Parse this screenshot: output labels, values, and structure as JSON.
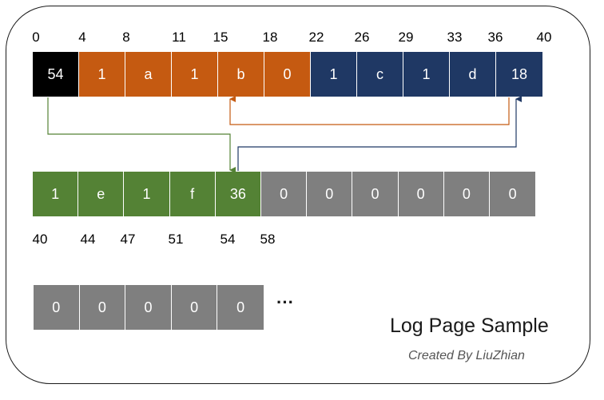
{
  "row1": {
    "cells": [
      {
        "value": "54",
        "color": "#000000"
      },
      {
        "value": "1",
        "color": "#c55a11"
      },
      {
        "value": "a",
        "color": "#c55a11"
      },
      {
        "value": "1",
        "color": "#c55a11"
      },
      {
        "value": "b",
        "color": "#c55a11"
      },
      {
        "value": "0",
        "color": "#c55a11"
      },
      {
        "value": "1",
        "color": "#1f3864"
      },
      {
        "value": "c",
        "color": "#1f3864"
      },
      {
        "value": "1",
        "color": "#1f3864"
      },
      {
        "value": "d",
        "color": "#1f3864"
      },
      {
        "value": "18",
        "color": "#1f3864"
      }
    ],
    "offsets": [
      "0",
      "4",
      "8",
      "11",
      "15",
      "18",
      "22",
      "26",
      "29",
      "33",
      "36",
      "40"
    ]
  },
  "row2": {
    "cells": [
      {
        "value": "1",
        "color": "#548235"
      },
      {
        "value": "e",
        "color": "#548235"
      },
      {
        "value": "1",
        "color": "#548235"
      },
      {
        "value": "f",
        "color": "#548235"
      },
      {
        "value": "36",
        "color": "#548235"
      },
      {
        "value": "0",
        "color": "#7f7f7f"
      },
      {
        "value": "0",
        "color": "#7f7f7f"
      },
      {
        "value": "0",
        "color": "#7f7f7f"
      },
      {
        "value": "0",
        "color": "#7f7f7f"
      },
      {
        "value": "0",
        "color": "#7f7f7f"
      },
      {
        "value": "0",
        "color": "#7f7f7f"
      }
    ],
    "offsets": [
      "40",
      "44",
      "47",
      "51",
      "54",
      "58"
    ]
  },
  "row3": {
    "cells": [
      {
        "value": "0",
        "color": "#7f7f7f"
      },
      {
        "value": "0",
        "color": "#7f7f7f"
      },
      {
        "value": "0",
        "color": "#7f7f7f"
      },
      {
        "value": "0",
        "color": "#7f7f7f"
      },
      {
        "value": "0",
        "color": "#7f7f7f"
      }
    ],
    "ellipsis": "···"
  },
  "arrows": [
    {
      "name": "arrow-54-to-36",
      "color": "#548235"
    },
    {
      "name": "arrow-18-to-b",
      "color": "#c55a11"
    },
    {
      "name": "arrow-36-to-18",
      "color": "#1f3864"
    }
  ],
  "title": "Log Page Sample",
  "credit": "Created By LiuZhian"
}
